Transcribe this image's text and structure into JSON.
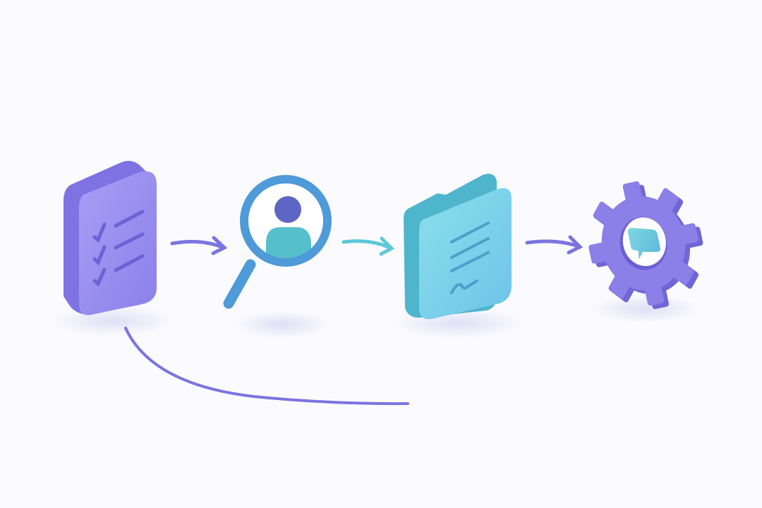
{
  "diagram": {
    "nodes": [
      {
        "id": "checklist",
        "icon": "checklist-document-icon",
        "color": "#9b8cf0"
      },
      {
        "id": "search-person",
        "icon": "magnifier-person-icon",
        "color": "#4f9ad8"
      },
      {
        "id": "signed-document",
        "icon": "folder-signed-document-icon",
        "color": "#6fcfe0"
      },
      {
        "id": "settings-chat",
        "icon": "gear-chat-icon",
        "color": "#8b7fe8"
      }
    ],
    "edges": [
      {
        "from": "checklist",
        "to": "search-person",
        "style": "arrow",
        "color": "#7b74e0"
      },
      {
        "from": "search-person",
        "to": "signed-document",
        "style": "arrow",
        "color": "#5cc8d8"
      },
      {
        "from": "signed-document",
        "to": "settings-chat",
        "style": "arrow",
        "color": "#7b74e0"
      },
      {
        "from": "checklist",
        "to": "",
        "style": "curve-line",
        "color": "#7b74e0"
      }
    ],
    "background": "#fbfbfe"
  }
}
